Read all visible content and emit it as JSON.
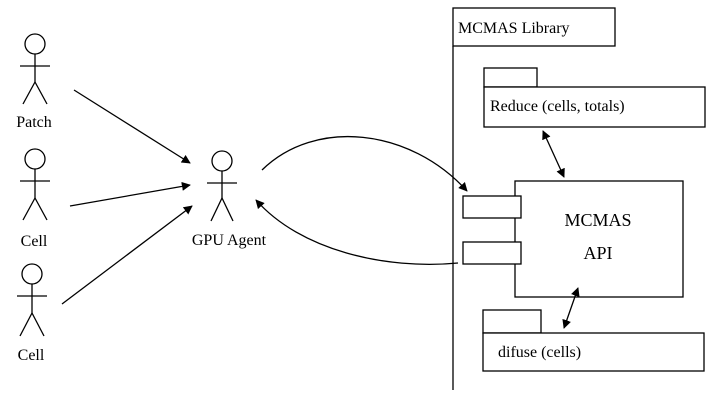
{
  "actors": {
    "patch": "Patch",
    "cell_1": "Cell",
    "cell_2": "Cell",
    "gpu_agent": "GPU Agent"
  },
  "library": {
    "title": "MCMAS Library",
    "reduce_label": "Reduce (cells, totals)",
    "api_line1": "MCMAS",
    "api_line2": "API",
    "difuse_label": "difuse (cells)"
  }
}
